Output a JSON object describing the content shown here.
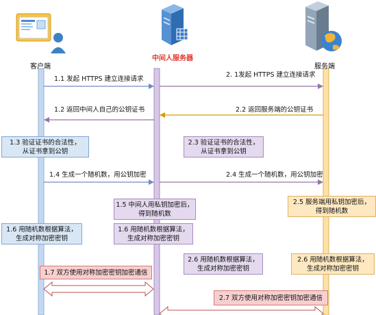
{
  "participants": {
    "client": "客户端",
    "mitm": "中间人服务器",
    "server": "服务端"
  },
  "colors": {
    "client_lifeline": "#c5d8ee",
    "mitm_lifeline": "#d8c7e8",
    "server_lifeline": "#fce2a6",
    "mitm_title": "#e03a2f",
    "arrow_blue": "#6c8ebf",
    "arrow_purple": "#9673a6",
    "arrow_orange": "#d79b00",
    "arrow_red": "#b85450"
  },
  "messages": {
    "m1_1": "1.1 发起 HTTPS 建立连接请求",
    "m2_1": "2. 1发起 HTTPS 建立连接请求",
    "m1_2": "1.2 返回中间人自己的公钥证书",
    "m2_2": "2.2 返回服务端的公钥证书",
    "m1_4": "1.4 生成一个随机数，用公钥加密",
    "m2_4": "2.4 生成一个随机数，用公钥加密"
  },
  "notes": {
    "n1_3": [
      "1.3 验证证书的合法性，",
      "从证书拿到公钥"
    ],
    "n2_3": [
      "2.3 验证证书的合法性，",
      "从证书拿到公钥"
    ],
    "n1_5": [
      "1.5 中间人用私钥加密后，",
      "得到随机数"
    ],
    "n2_5": [
      "2.5 服务端用私钥加密后，",
      "得到随机数"
    ],
    "n1_6_client": [
      "1.6 用随机数根据算法，",
      "生成对称加密密钥"
    ],
    "n1_6_mitm": [
      "1.6 用随机数根据算法，",
      "生成对称加密密钥"
    ],
    "n2_6_mitm": [
      "2.6 用随机数根据算法，",
      "生成对称加密密钥"
    ],
    "n2_6_server": [
      "2.6 用随机数根据算法，",
      "生成对称加密密钥"
    ],
    "n1_7": "1.7 双方使用对称加密密钥加密通信",
    "n2_7": "2.7 双方使用对称加密密钥加密通信"
  },
  "icons": {
    "client": "client-computer-icon",
    "mitm": "server-tower-icon",
    "server": "web-server-globe-icon"
  }
}
